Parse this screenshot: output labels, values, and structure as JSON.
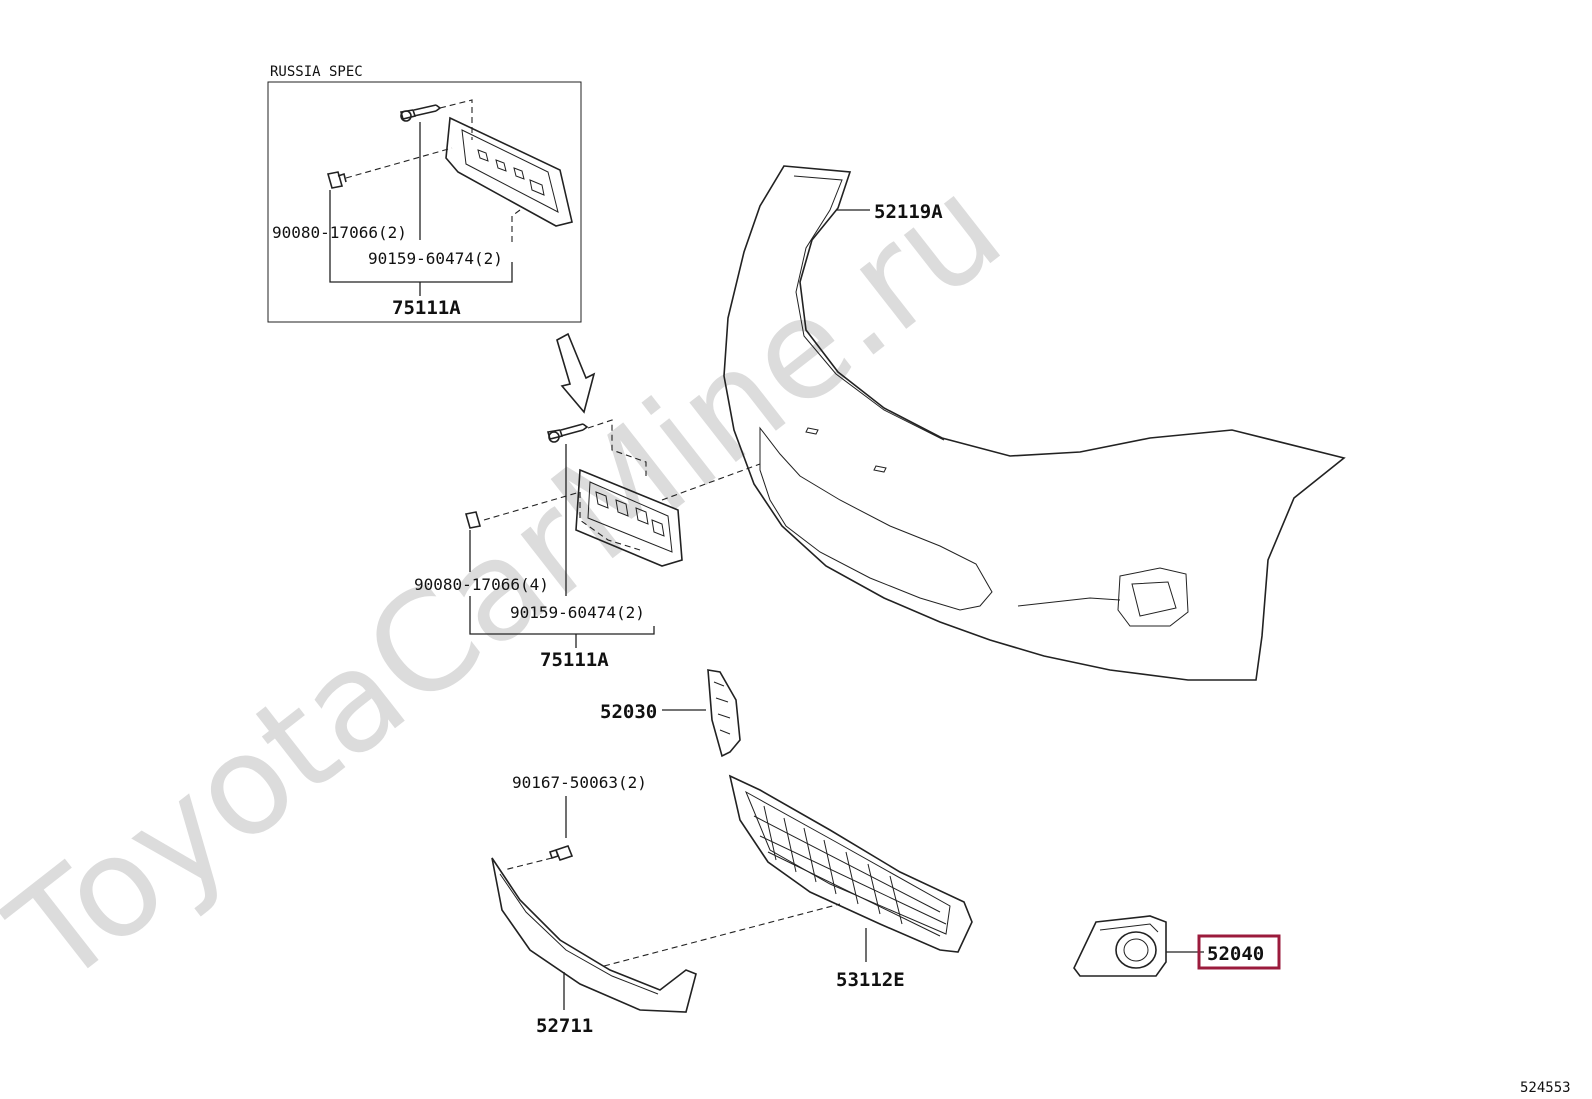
{
  "watermark": "ToyotaCarMine.ru",
  "diagram_id": "524553",
  "inset_title": "RUSSIA SPEC",
  "accent_color": "#9b1b3c",
  "labels": {
    "inset_clip": "90080-17066(2)",
    "inset_screw": "90159-60474(2)",
    "inset_assy": "75111A",
    "bumper_cover": "52119A",
    "main_clip": "90080-17066(4)",
    "main_screw": "90159-60474(2)",
    "main_assy": "75111A",
    "retainer": "52030",
    "bolt": "90167-50063(2)",
    "lower_moulding": "52711",
    "lower_grille": "53112E",
    "fog_cover": "52040"
  },
  "highlighted_part": "52040"
}
